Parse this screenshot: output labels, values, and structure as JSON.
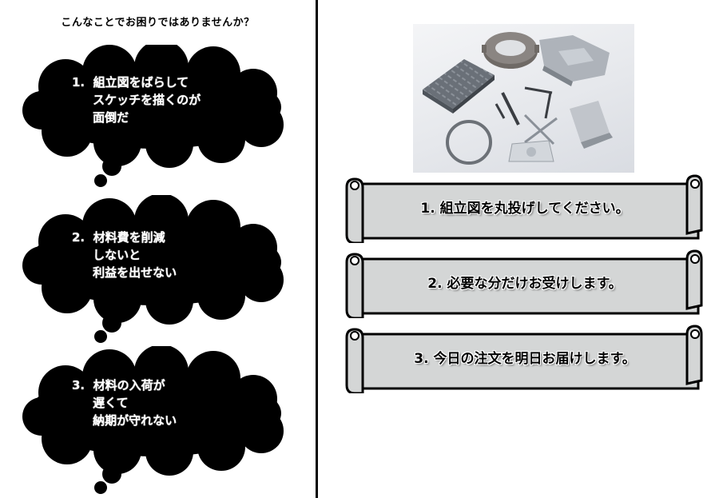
{
  "left_panel": {
    "title": "こんなことでお困りではありませんか？",
    "bubbles": [
      "1.  組立図をばらして\n     スケッチを描くのが\n     面倒だ",
      "2.  材料費を削減\n     しないと\n     利益を出せない",
      "3.  材料の入荷が\n     遅くて\n     納期が守れない"
    ]
  },
  "right_panel": {
    "photo_icon": "metal-parts-photo",
    "banners": [
      "1.  組立図を丸投げしてください。",
      "2.  必要な分だけお受けします。",
      "3.  今日の注文を明日お届けします。"
    ]
  },
  "colors": {
    "bubble_fill": "#000000",
    "banner_fill": "#d4d6d6",
    "divider": "#000000"
  }
}
